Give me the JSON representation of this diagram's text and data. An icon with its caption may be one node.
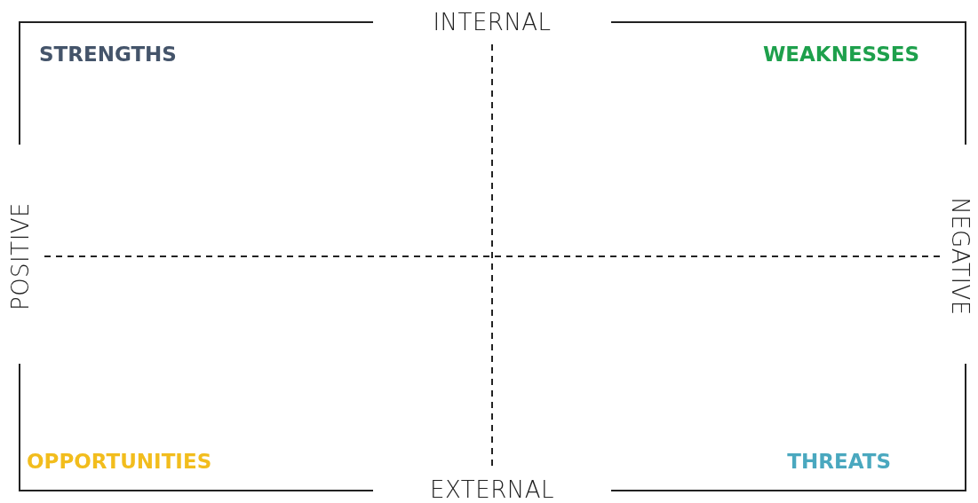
{
  "diagram": {
    "labels": [
      "INTERNAL",
      "STRENGTHS",
      "WEAKNESSES",
      "POSITIVE",
      "NEGATIVE",
      "OPPORTUNITIES",
      "THREATS",
      "EXTERNAL"
    ]
  }
}
